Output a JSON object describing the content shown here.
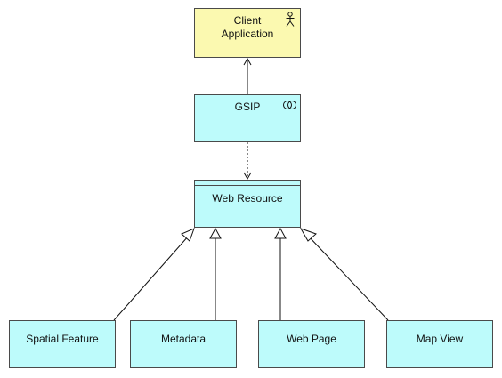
{
  "nodes": {
    "client_application": {
      "label_line1": "Client",
      "label_line2": "Application",
      "icon": "actor-stick-figure-icon"
    },
    "gsip": {
      "label": "GSIP",
      "icon": "interface-circles-icon"
    },
    "web_resource": {
      "label": "Web Resource"
    },
    "spatial_feature": {
      "label": "Spatial Feature"
    },
    "metadata": {
      "label": "Metadata"
    },
    "web_page": {
      "label": "Web Page"
    },
    "map_view": {
      "label": "Map View"
    }
  },
  "colors": {
    "actor_fill": "#fbf9b0",
    "class_fill": "#bdfbfb",
    "line": "#111111",
    "border": "#4a4a4a"
  },
  "edges": [
    {
      "from": "gsip",
      "to": "client_application",
      "kind": "association-arrow"
    },
    {
      "from": "gsip",
      "to": "web_resource",
      "kind": "dependency-dashed-arrow"
    },
    {
      "from": "spatial_feature",
      "to": "web_resource",
      "kind": "generalization"
    },
    {
      "from": "metadata",
      "to": "web_resource",
      "kind": "generalization"
    },
    {
      "from": "web_page",
      "to": "web_resource",
      "kind": "generalization"
    },
    {
      "from": "map_view",
      "to": "web_resource",
      "kind": "generalization"
    }
  ]
}
